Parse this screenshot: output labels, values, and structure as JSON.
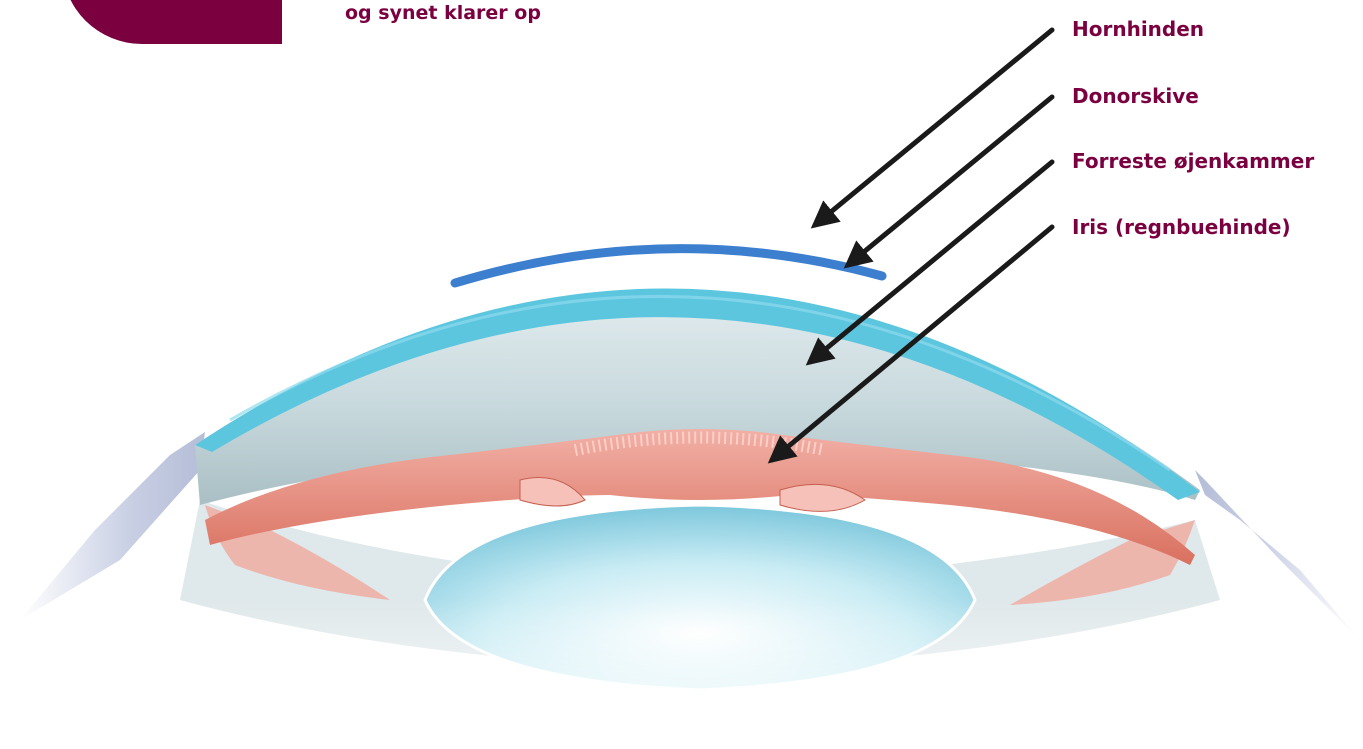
{
  "caption": "og synet klarer op",
  "labels": [
    "Hornhinden",
    "Donorskive",
    "Forreste øjenkammer",
    "Iris (regnbuehinde)"
  ],
  "colors": {
    "brand": "#7a0040",
    "cornea": "#5cc6df",
    "donor_disc": "#3d7fcf",
    "anterior_chamber": "#c9d9dc",
    "iris": "#e89384",
    "lens": "#9fd7e6",
    "arrow": "#1a1a1a"
  }
}
